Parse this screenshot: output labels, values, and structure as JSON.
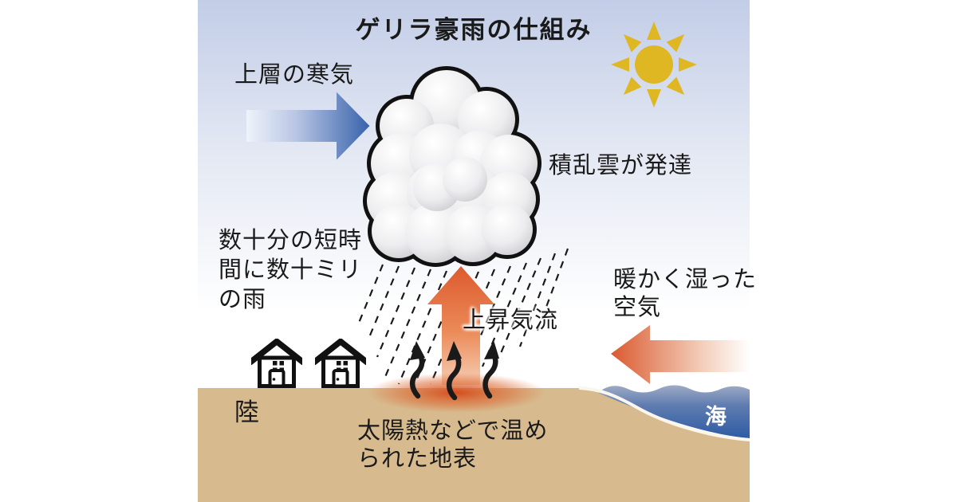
{
  "title": "ゲリラ豪雨の仕組み",
  "labels": {
    "upper_cold_air": "上層の寒気",
    "cumulonimbus_growth": "積乱雲が発達",
    "heavy_rain_note": [
      "数十分の短時",
      "間に数十ミリ",
      "の雨"
    ],
    "updraft": "上昇気流",
    "warm_moist_air": [
      "暖かく湿った",
      "空気"
    ],
    "land": "陸",
    "sea": "海",
    "heated_surface": [
      "太陽熱などで温め",
      "られた地表"
    ]
  },
  "icons": {
    "sun": "sun-icon",
    "cumulonimbus": "cloud-icon",
    "rain": "dashed-rain-lines",
    "cold_air": "blue-right-arrow-icon",
    "warm_air": "orange-left-arrow-icon",
    "updraft": "orange-up-arrow-icon",
    "rising_heat": "black-squiggle-arrows",
    "houses": "house-icon"
  },
  "colors": {
    "ink": "#1a1a1a",
    "sky_top": "#c2cde7",
    "sky_mid": "#e3e8f3",
    "ground": "#d7bb8f",
    "sea_deep": "#2b5aa3",
    "sea_light": "#a7b1c8",
    "cold_deep": "#3a64ac",
    "cold_light": "#eef2fa",
    "warm_deep": "#da5a30",
    "updraft_top": "#dd5a2e",
    "updraft_bottom": "#f6cfb5",
    "sun": "#dfb722",
    "glow": "#d54718",
    "cloud_shade": "#c6c6cb",
    "house_ink": "#111111"
  }
}
